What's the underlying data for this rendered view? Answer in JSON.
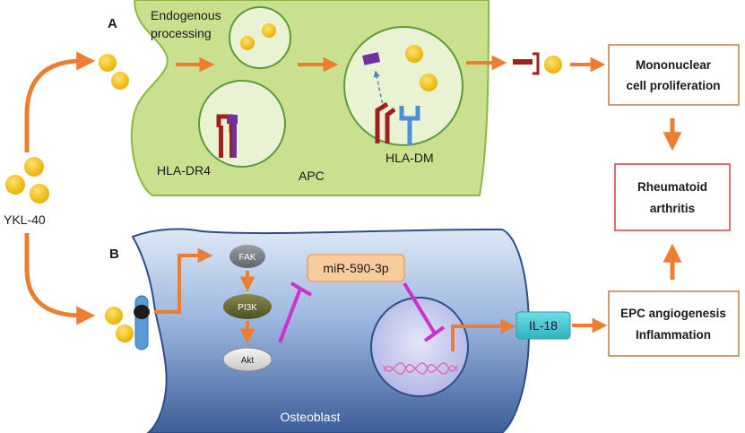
{
  "panels": {
    "a": {
      "letter": "A",
      "endogenous_line1": "Endogenous",
      "endogenous_line2": "processing",
      "hla_dr4": "HLA-DR4",
      "apc": "APC",
      "hla_dm": "HLA-DM"
    },
    "b": {
      "letter": "B",
      "fak": "FAK",
      "pi3k": "PI3K",
      "akt": "Akt",
      "mirna": "miR-590-3p",
      "osteoblast": "Osteoblast",
      "il18": "IL-18"
    }
  },
  "ykl40": "YKL-40",
  "outcomes": {
    "mononuclear_line1": "Mononuclear",
    "mononuclear_line2": "cell proliferation",
    "ra_line1": "Rheumatoid",
    "ra_line2": "arthritis",
    "epc_line1": "EPC angiogenesis",
    "epc_line2": "Inflammation"
  },
  "colors": {
    "orange_arrow": "#ED7D31",
    "apc_fill": "#C9E08E",
    "apc_border": "#8CB843",
    "yellow_ball": "#F2C11D",
    "osteoblast_top": "#DDE8F6",
    "osteoblast_bottom": "#3C5E99",
    "mirna_box": "#F9CB9C",
    "il18_box": "#4CC9D3",
    "inhibit_line": "#CC33CC",
    "ra_border": "#E23B3B",
    "box_border": "#C47A3A",
    "receptor_red": "#A0201E",
    "receptor_blue": "#4F8FD8",
    "peptide_purple": "#7030A0"
  }
}
